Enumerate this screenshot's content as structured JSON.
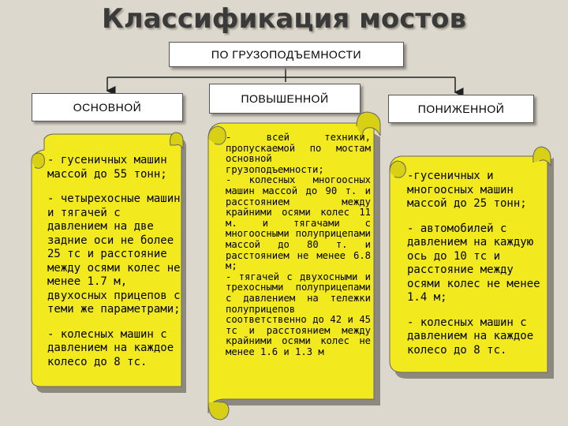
{
  "title": "Классификация мостов",
  "root": "ПО ГРУЗОПОДЪЕМНОСТИ",
  "categories": [
    {
      "label": "ОСНОВНОЙ",
      "items": [
        "- гусеничных машин массой до 55 тонн;",
        "- четырехосные машин и тягачей с давлением на две задние оси не более 25 тс и расстояние между осями колес не менее 1.7 м, двухосных прицепов с теми же параметрами;",
        "- колесных машин с давлением на каждое колесо до 8 тс."
      ]
    },
    {
      "label": "ПОВЫШЕННОЙ",
      "items": [
        "- всей техники, пропускаемой по мостам основной грузоподъемности;",
        "- колесных многоосных машин массой до 90 т. и расстоянием между крайними осями колес 11 м. и тягачами с многоосными полуприцепами массой до 80 т. и расстоянием не менее 6.8 м;",
        "- тягачей с двухосными и трехосными полуприцепами с давлением на тележки полуприцепов соответственно до 42 и 45 тс и расстоянием между крайними осями колес не менее 1.6 и 1.3 м"
      ]
    },
    {
      "label": "ПОНИЖЕННОЙ",
      "items": [
        "-гусеничных и многоосных машин массой до 25 тонн;",
        "- автомобилей с давлением на каждую ось до 10 тс и расстояние между осями колес не менее 1.4 м;",
        "- колесных машин с давлением на каждое колесо до 8 тс."
      ]
    }
  ],
  "colors": {
    "background": "#ddd8cd",
    "scroll_fill": "#f2ea1e",
    "scroll_shadow": "#8e897f",
    "box_fill": "#ffffff"
  }
}
